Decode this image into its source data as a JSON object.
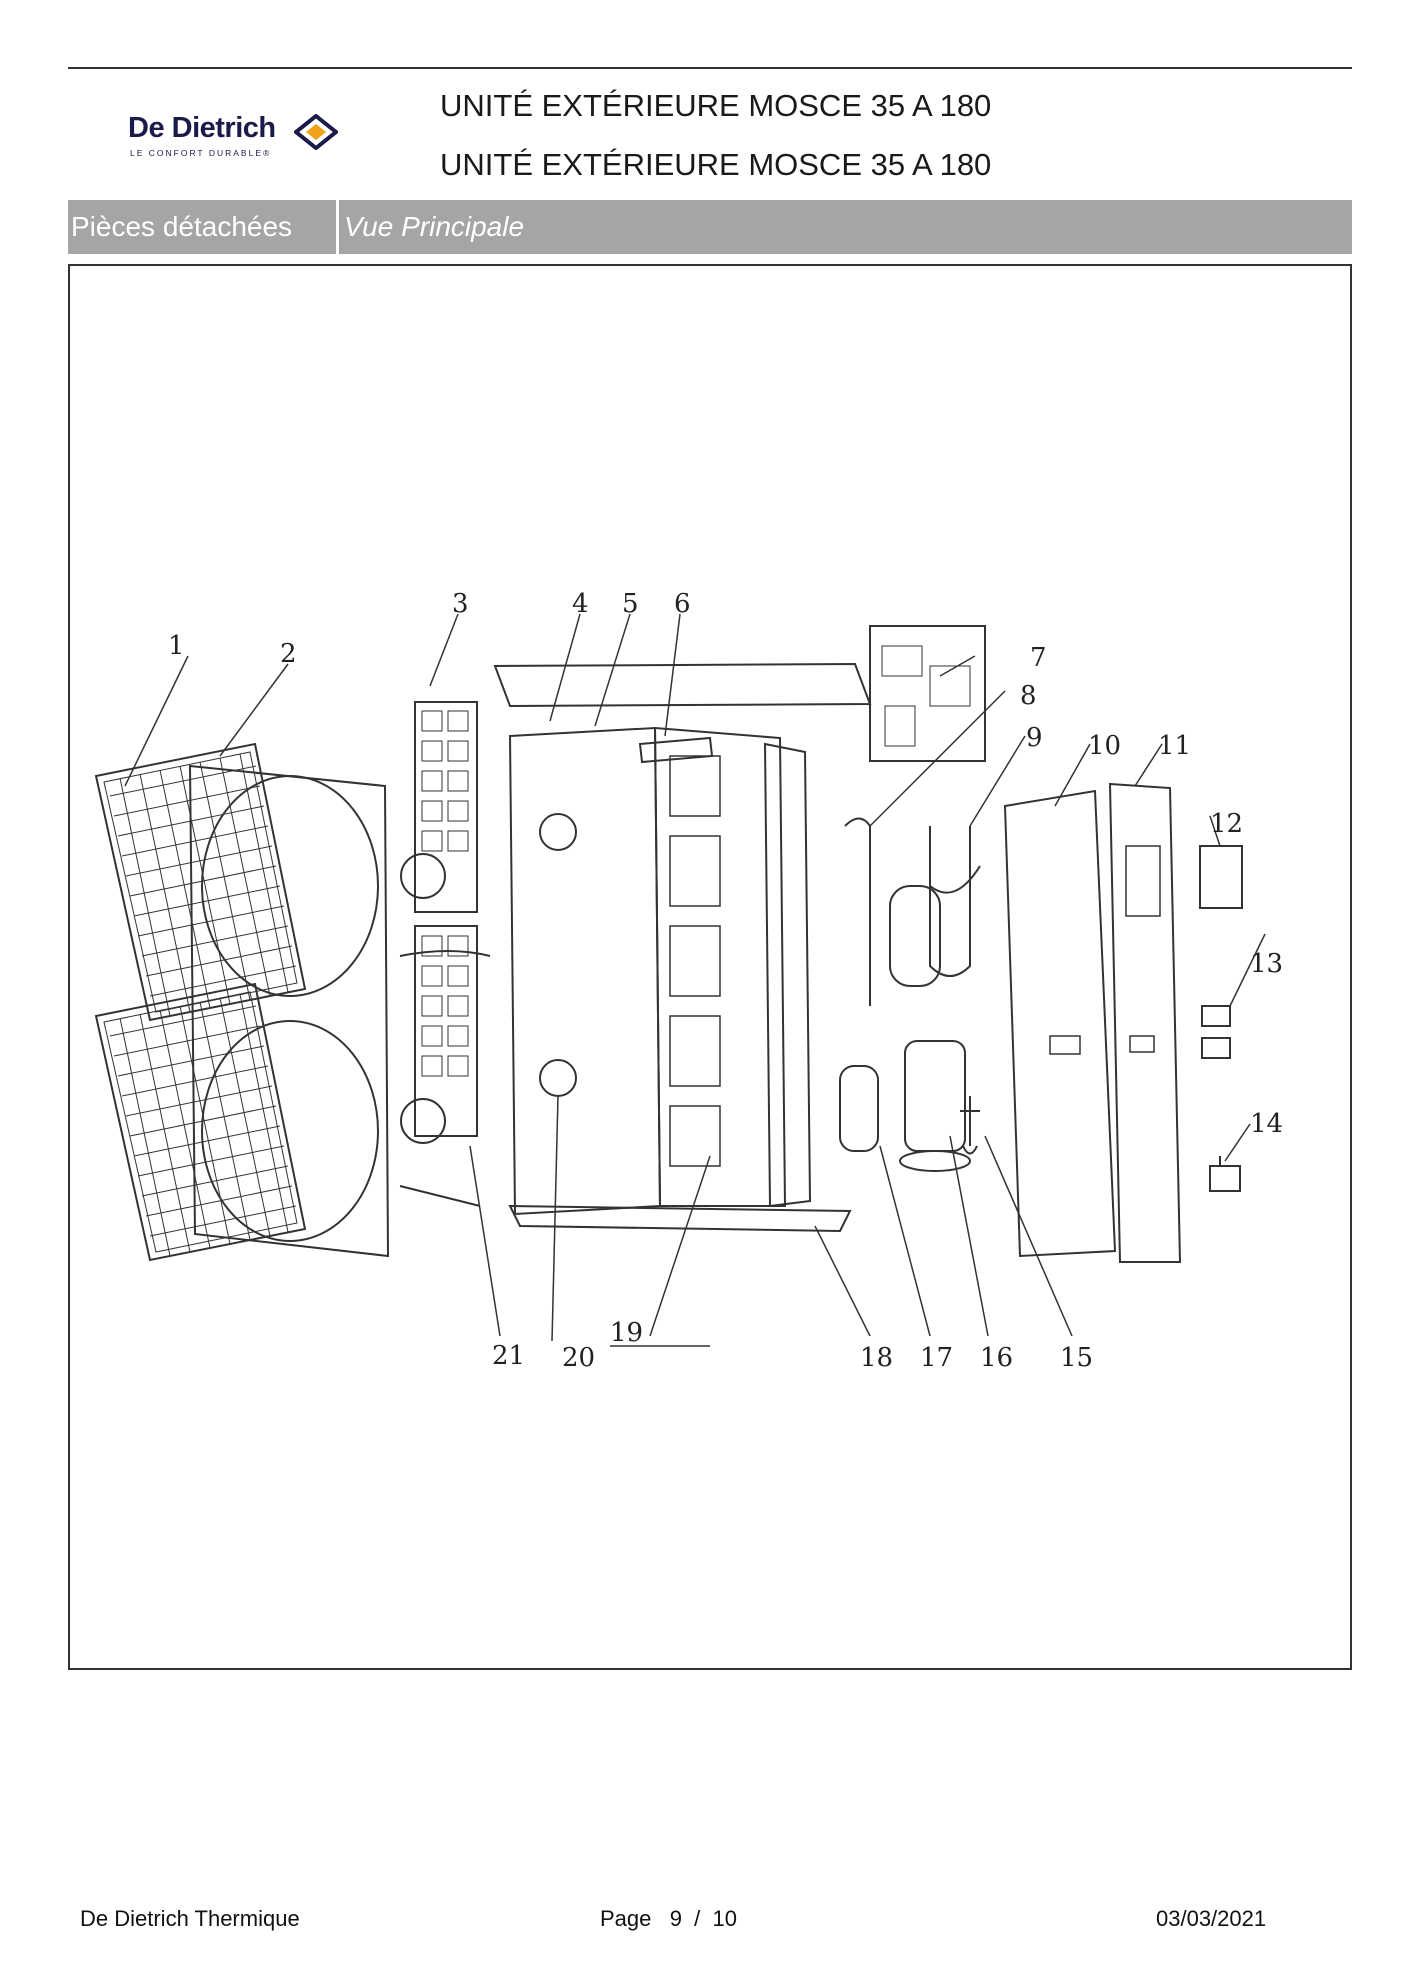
{
  "header": {
    "brand": "De Dietrich",
    "tagline": "LE CONFORT DURABLE®",
    "title_line1": "UNITÉ EXTÉRIEURE MOSCE 35 A 180",
    "title_line2": "UNITÉ EXTÉRIEURE MOSCE 35 A 180",
    "brand_color": "#1b1b4b",
    "logo_accent": "#f0a21a"
  },
  "section": {
    "label": "Pièces détachées",
    "view": "Vue Principale",
    "bar_color": "#a5a5a5"
  },
  "diagram": {
    "callouts": [
      "1",
      "2",
      "3",
      "4",
      "5",
      "6",
      "7",
      "8",
      "9",
      "10",
      "11",
      "12",
      "13",
      "14",
      "15",
      "16",
      "17",
      "18",
      "19",
      "20",
      "21"
    ]
  },
  "footer": {
    "company": "De Dietrich Thermique",
    "page": "Page   9  /  10",
    "date": "03/03/2021"
  }
}
